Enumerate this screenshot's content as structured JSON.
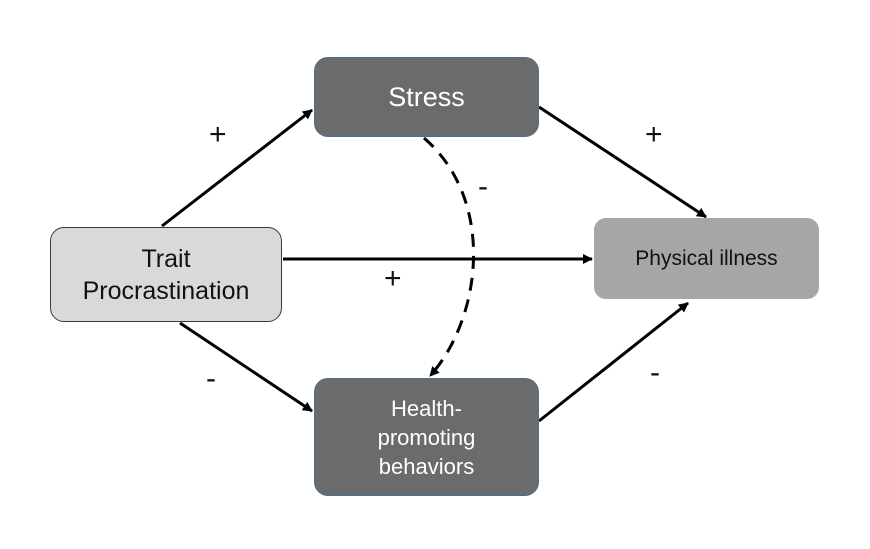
{
  "nodes": {
    "stress": "Stress",
    "trait_line1": "Trait",
    "trait_line2": "Procrastination",
    "illness": "Physical illness",
    "health_line1": "Health-",
    "health_line2": "promoting",
    "health_line3": "behaviors"
  },
  "signs": {
    "trait_to_stress": "+",
    "stress_to_illness": "+",
    "stress_to_health": "-",
    "trait_to_illness": "+",
    "trait_to_health": "-",
    "health_to_illness": "-"
  }
}
